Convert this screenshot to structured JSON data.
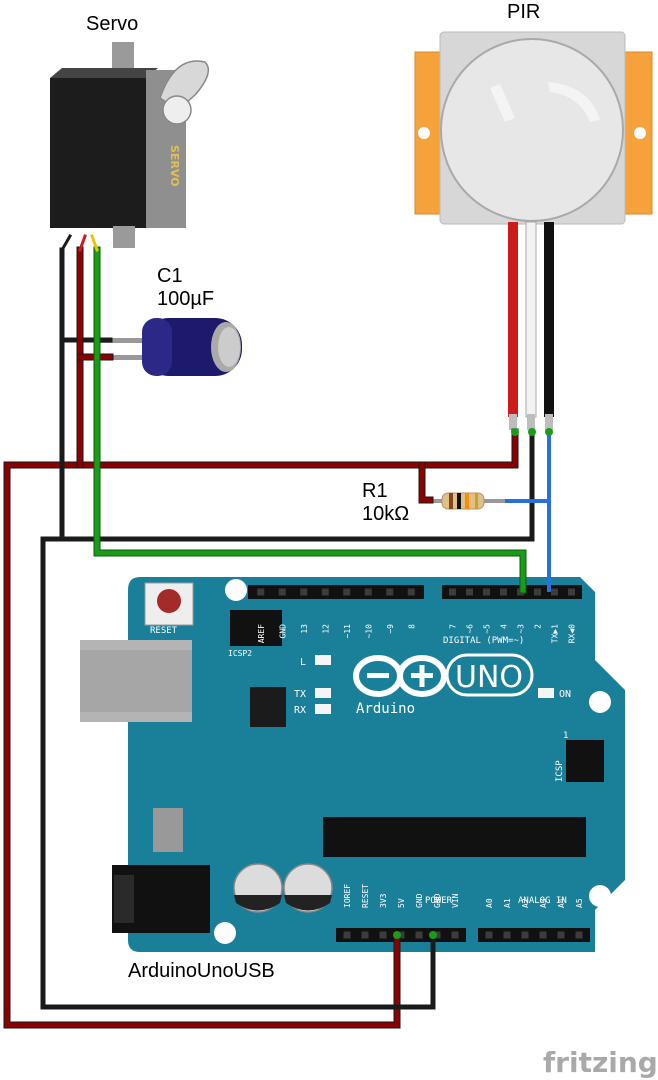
{
  "labels": {
    "servo": "Servo",
    "servo_brand": "SERVO",
    "pir": "PIR",
    "cap_name": "C1",
    "cap_value": "100µF",
    "res_name": "R1",
    "res_value": "10kΩ",
    "board_name": "ArduinoUnoUSB",
    "watermark": "fritzing"
  },
  "board": {
    "reset": "RESET",
    "icsp2": "ICSP2",
    "icsp": "ICSP",
    "icsp_pin1": "1",
    "digital": "DIGITAL (PWM=~)",
    "power": "POWER",
    "analog": "ANALOG IN",
    "led_l": "L",
    "led_tx": "TX",
    "led_rx": "RX",
    "led_on": "ON",
    "uno": "UNO",
    "arduino": "Arduino",
    "pins_top_left": [
      "AREF",
      "GND",
      "13",
      "12",
      "~11",
      "~10",
      "~9",
      "8"
    ],
    "pins_top_right": [
      "7",
      "~6",
      "~5",
      "4",
      "~3",
      "2",
      "TX▶1",
      "RX◀0"
    ],
    "pins_power": [
      "IOREF",
      "RESET",
      "3V3",
      "5V",
      "GND",
      "GND",
      "VIN"
    ],
    "pins_analog": [
      "A0",
      "A1",
      "A2",
      "A3",
      "A4",
      "A5"
    ]
  },
  "colors": {
    "wire_black": "#1a1a1a",
    "wire_red": "#8b0000",
    "wire_green": "#118811",
    "wire_blue": "#2a6fdb",
    "board": "#1a7f99",
    "pir_orange": "#f5a23c",
    "servo_body": "#222222"
  }
}
